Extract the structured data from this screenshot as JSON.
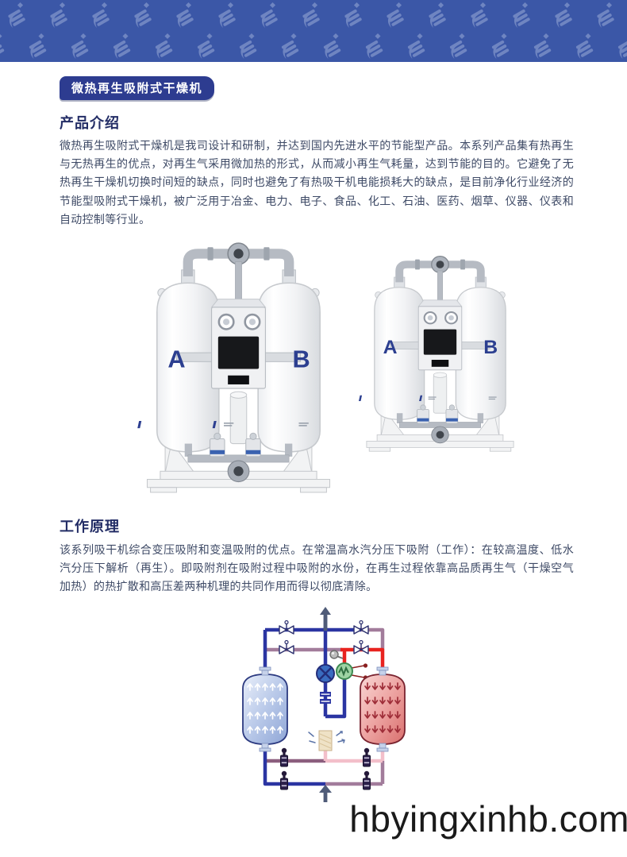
{
  "page": {
    "title_badge": "微热再生吸附式干燥机",
    "watermark": "hbyingxinhb.com"
  },
  "sections": {
    "intro": {
      "heading": "产品介绍",
      "body": "微热再生吸附式干燥机是我司设计和研制，并达到国内先进水平的节能型产品。本系列产品集有热再生与无热再生的优点，对再生气采用微加热的形式，从而减小再生气耗量，达到节能的目的。它避免了无热再生干燥机切换时间短的缺点，同时也避免了有热吸干机电能损耗大的缺点，是目前净化行业经济的节能型吸附式干燥机，被广泛用于冶金、电力、电子、食品、化工、石油、医药、烟草、仪器、仪表和自动控制等行业。"
    },
    "principle": {
      "heading": "工作原理",
      "body": "该系列吸干机综合变压吸附和变温吸附的优点。在常温高水汽分压下吸附（工作）：在较高温度、低水汽分压下解析（再生）。即吸附剂在吸附过程中吸附的水份，在再生过程依靠高品质再生气（干燥空气加热）的热扩散和高压差两种机理的共同作用而得以彻底清除。"
    }
  },
  "product_image": {
    "tower_left_label": "A",
    "tower_right_label": "B"
  },
  "colors": {
    "header_band": "#3b57a7",
    "header_pattern": "#7489c4",
    "badge_bg": "#2d3c90",
    "heading_text": "#232d66",
    "body_text": "#3e4a66",
    "tower_label": "#2c3f90",
    "pipe_blue": "#2b35a2",
    "pipe_red": "#e8231f",
    "pipe_mauve": "#a27c9b",
    "pipe_plum": "#8b5e7e",
    "pipe_pink": "#f3bfca",
    "adsorbing_tank": "#9fb4de",
    "regenerating_tank": "#e48a8a",
    "heater_green": "#9ed3a4",
    "watermark_text": "#1a1a1a"
  }
}
